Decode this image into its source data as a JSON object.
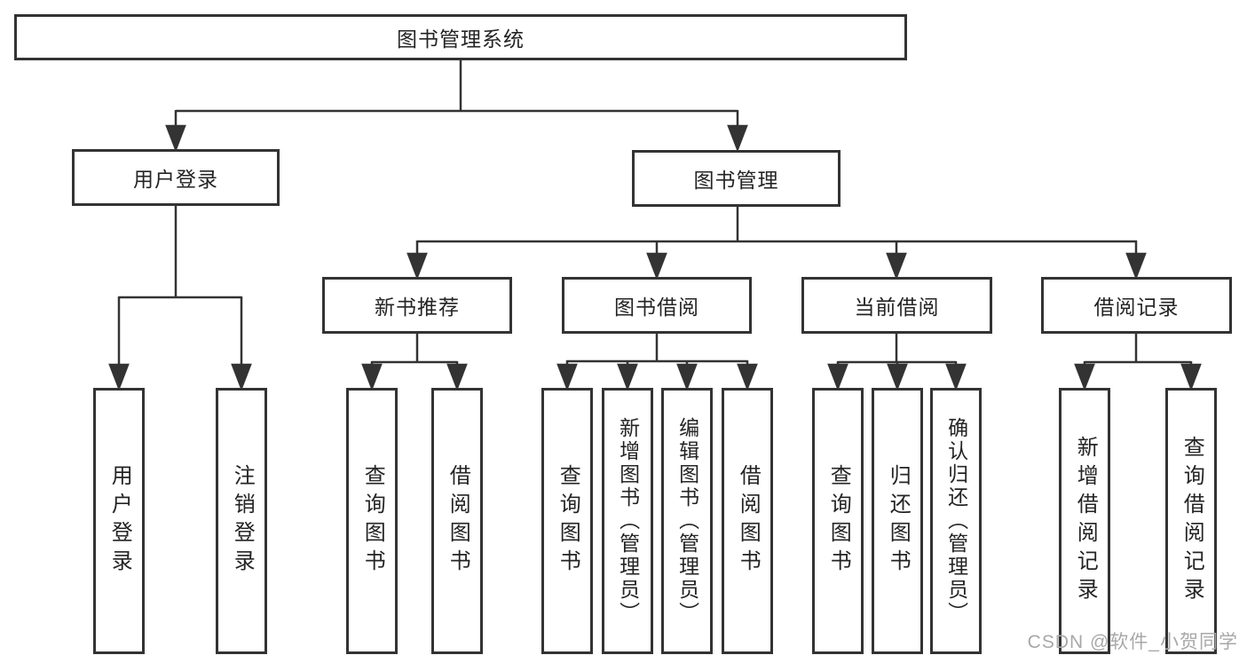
{
  "diagram_title": "图书管理系统",
  "tree": {
    "root": {
      "label": "图书管理系统"
    },
    "level1": [
      {
        "label": "用户登录"
      },
      {
        "label": "图书管理"
      }
    ],
    "level2": [
      {
        "label": "新书推荐",
        "parent": "图书管理"
      },
      {
        "label": "图书借阅",
        "parent": "图书管理"
      },
      {
        "label": "当前借阅",
        "parent": "图书管理"
      },
      {
        "label": "借阅记录",
        "parent": "图书管理"
      }
    ],
    "leaves": [
      {
        "label": "用户登录",
        "parent": "用户登录"
      },
      {
        "label": "注销登录",
        "parent": "用户登录"
      },
      {
        "label": "查询图书",
        "parent": "新书推荐"
      },
      {
        "label": "借阅图书",
        "parent": "新书推荐"
      },
      {
        "label": "查询图书",
        "parent": "图书借阅"
      },
      {
        "label": "新增图书（管理员）",
        "parent": "图书借阅"
      },
      {
        "label": "编辑图书（管理员）",
        "parent": "图书借阅"
      },
      {
        "label": "借阅图书",
        "parent": "图书借阅"
      },
      {
        "label": "查询图书",
        "parent": "当前借阅"
      },
      {
        "label": "归还图书",
        "parent": "当前借阅"
      },
      {
        "label": "确认归还（管理员）",
        "parent": "当前借阅"
      },
      {
        "label": "新增借阅记录",
        "parent": "借阅记录"
      },
      {
        "label": "查询借阅记录",
        "parent": "借阅记录"
      }
    ]
  },
  "watermark": "CSDN @软件_小贺同学",
  "colors": {
    "line": "#333333",
    "text": "#242424",
    "background": "#ffffff",
    "watermark": "#a8a8a8"
  }
}
